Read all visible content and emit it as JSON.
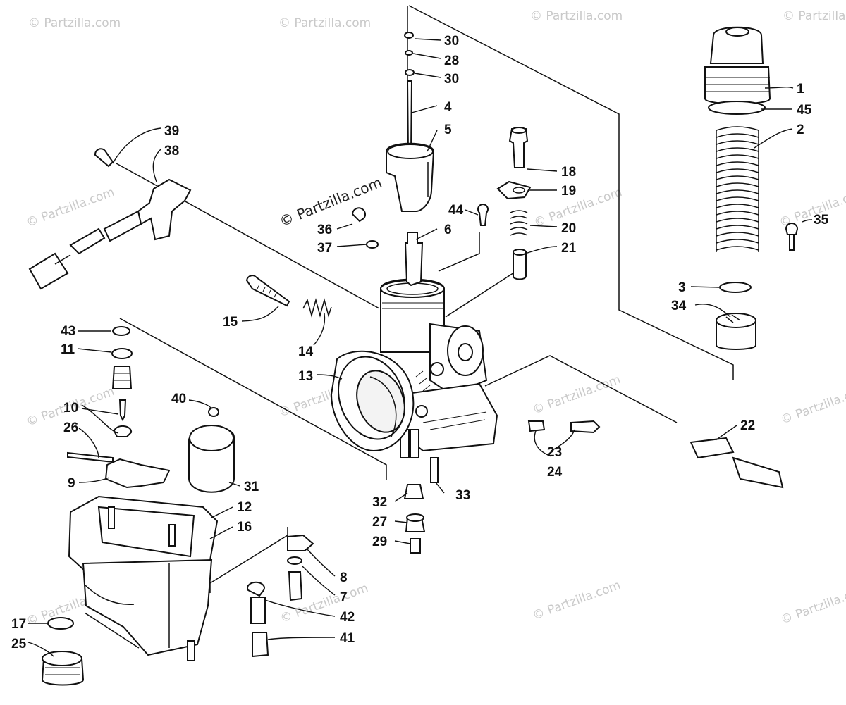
{
  "diagram": {
    "watermark_text": "© Partzilla.com",
    "callouts": {
      "c1": "1",
      "c2": "2",
      "c3": "3",
      "c4": "4",
      "c5": "5",
      "c6": "6",
      "c7": "7",
      "c8": "8",
      "c9": "9",
      "c10": "10",
      "c11": "11",
      "c12": "12",
      "c13": "13",
      "c14": "14",
      "c15": "15",
      "c16": "16",
      "c17": "17",
      "c18": "18",
      "c19": "19",
      "c20": "20",
      "c21": "21",
      "c22": "22",
      "c23": "23",
      "c24": "24",
      "c25": "25",
      "c26": "26",
      "c27": "27",
      "c28": "28",
      "c29": "29",
      "c30a": "30",
      "c30b": "30",
      "c31": "31",
      "c32": "32",
      "c33": "33",
      "c34": "34",
      "c35": "35",
      "c36": "36",
      "c37": "37",
      "c38": "38",
      "c39": "39",
      "c40": "40",
      "c41": "41",
      "c42": "42",
      "c43": "43",
      "c44": "44",
      "c45": "45"
    }
  }
}
